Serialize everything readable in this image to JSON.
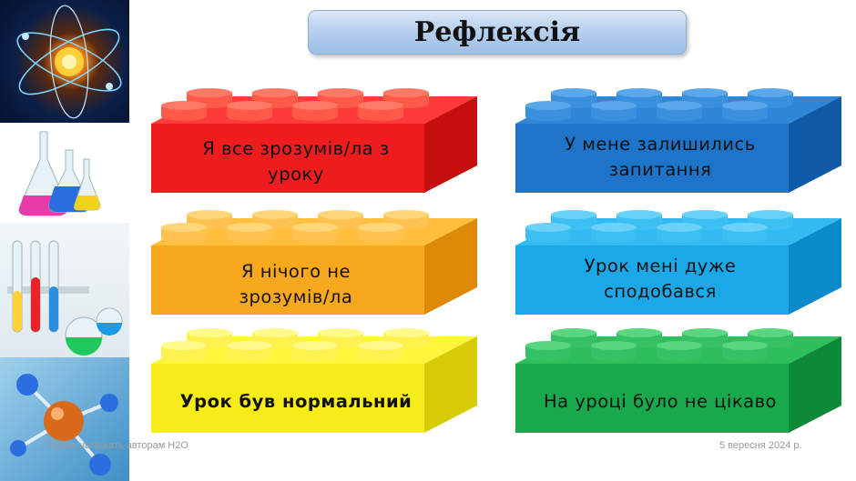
{
  "title": "Рефлексія",
  "bricks": [
    {
      "id": "red",
      "label": "Я все зрозумів/ла з уроку",
      "front": "#ee1c1c",
      "side": "#c60e0e",
      "top": "#ff3a3a",
      "stud": "#ff5a48",
      "studTop": "#ff7a66"
    },
    {
      "id": "orange",
      "label": "Я нічого не зрозумів/ла",
      "front": "#f8a81c",
      "side": "#dd8a08",
      "top": "#ffbf3a",
      "stud": "#ffc24e",
      "studTop": "#ffd77a"
    },
    {
      "id": "yellow",
      "label": "Урок був нормальний",
      "front": "#f6ec1a",
      "side": "#d8cc06",
      "top": "#fff53a",
      "stud": "#fff24e",
      "studTop": "#fffa8a"
    },
    {
      "id": "darkblue",
      "label": "У мене залишились запитання",
      "front": "#1e74c8",
      "side": "#0f5aa6",
      "top": "#2f86d8",
      "stud": "#3a90dc",
      "studTop": "#5aa8ea"
    },
    {
      "id": "lightblue",
      "label": "Урок мені дуже сподобався",
      "front": "#1aa8e8",
      "side": "#0a8ac8",
      "top": "#33baf2",
      "stud": "#3cc0f4",
      "studTop": "#6ad2f8"
    },
    {
      "id": "green",
      "label": "На уроці було не цікаво",
      "front": "#1aa84c",
      "side": "#0c8a38",
      "top": "#2ebe5c",
      "stud": "#34c264",
      "studTop": "#5ad680"
    }
  ],
  "footer": {
    "left": "Права належать авторам H2O",
    "right": "5 вересня 2024 р."
  }
}
